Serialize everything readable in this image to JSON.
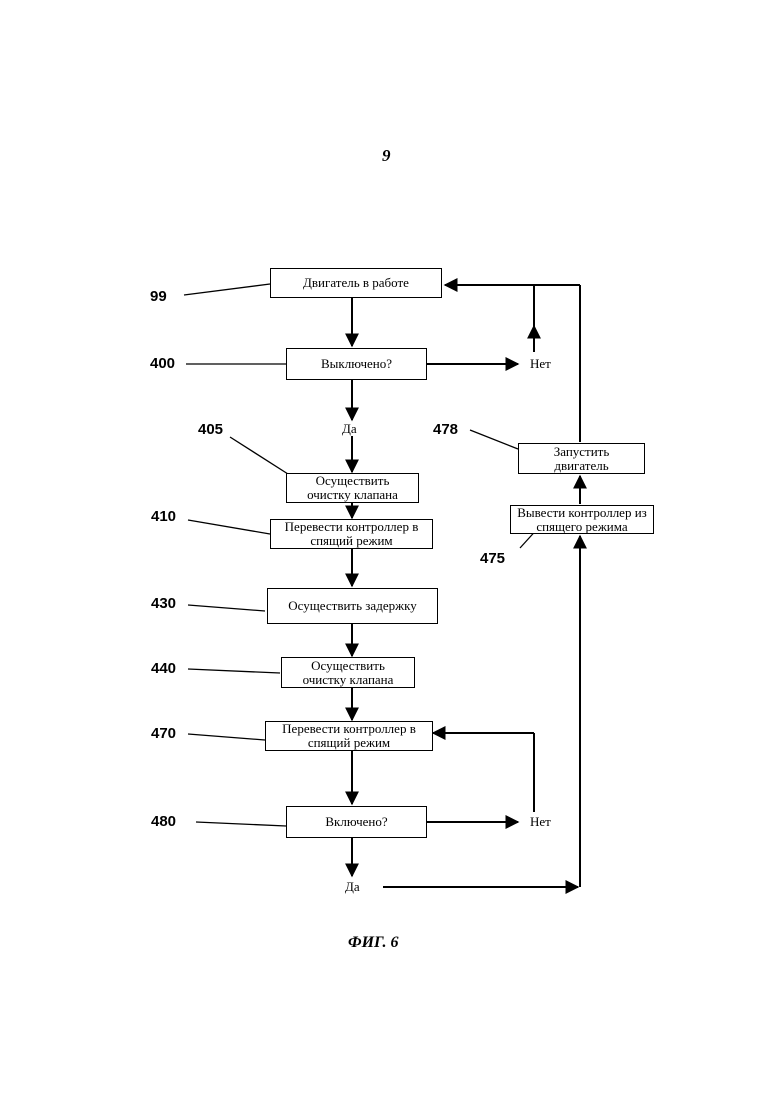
{
  "page_number": "9",
  "caption": "ФИГ. 6",
  "boxes": {
    "b99": "Двигатель в работе",
    "b400": "Выключено?",
    "b405": "Осуществить очистку клапана",
    "b410": "Перевести контроллер в спящий режим",
    "b430": "Осуществить задержку",
    "b440": "Осуществить очистку клапана",
    "b470": "Перевести контроллер в спящий режим",
    "b480": "Включено?",
    "b478": "Запустить двигатель",
    "b475": "Вывести контроллер из спящего режима"
  },
  "labels": {
    "yes_400": "Да",
    "no_400": "Нет",
    "yes_480": "Да",
    "no_480": "Нет"
  },
  "refs": {
    "r99": "99",
    "r400": "400",
    "r405": "405",
    "r410": "410",
    "r430": "430",
    "r440": "440",
    "r470": "470",
    "r480": "480",
    "r478": "478",
    "r475": "475"
  }
}
